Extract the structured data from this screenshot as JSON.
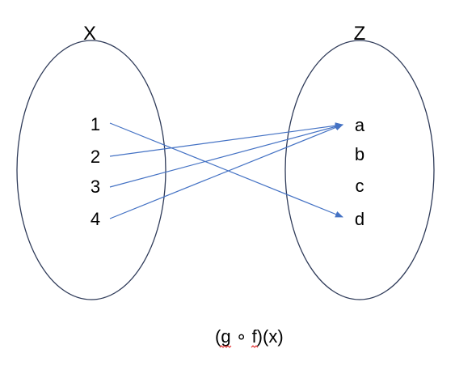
{
  "diagram": {
    "domain_set": {
      "label": "X",
      "elements": [
        "1",
        "2",
        "3",
        "4"
      ]
    },
    "codomain_set": {
      "label": "Z",
      "elements": [
        "a",
        "b",
        "c",
        "d"
      ]
    },
    "mappings": [
      {
        "from": "1",
        "to": "d"
      },
      {
        "from": "2",
        "to": "a"
      },
      {
        "from": "3",
        "to": "a"
      },
      {
        "from": "4",
        "to": "a"
      }
    ],
    "caption": {
      "open": "(",
      "g": "g",
      "rest": " ∘ f)(x)"
    },
    "colors": {
      "ellipse_stroke": "#2f3b59",
      "arrow": "#4472c4",
      "spellcheck_underline": "#e02020"
    }
  }
}
